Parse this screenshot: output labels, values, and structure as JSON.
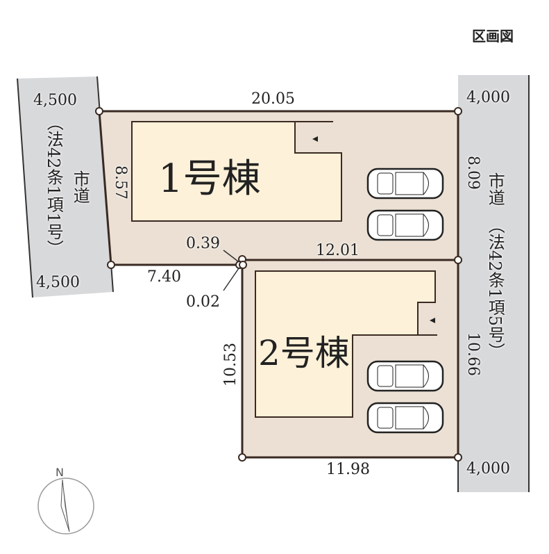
{
  "title": "区画図",
  "roads": {
    "west": {
      "name": "市道",
      "law": "（法42条1項1号）",
      "width_top": "4,500",
      "width_bottom": "4,500"
    },
    "east": {
      "name": "市道",
      "law": "（法42条1項5号）",
      "width_top": "4,000",
      "width_bottom": "4,000"
    }
  },
  "lots": [
    {
      "label": "1号棟",
      "dims": {
        "top": "20.05",
        "left": "8.57",
        "right": "8.09",
        "bottom": "7.40",
        "jog_a": "0.39",
        "jog_b": "0.02"
      }
    },
    {
      "label": "2号棟",
      "dims": {
        "top": "12.01",
        "left": "10.53",
        "right": "10.66",
        "bottom": "11.98"
      }
    }
  ],
  "compass": {
    "label": "N"
  },
  "colors": {
    "lot": "#ebe0d3",
    "building": "#fdf1d9",
    "road": "#d8d9db",
    "line": "#3a2a22"
  }
}
